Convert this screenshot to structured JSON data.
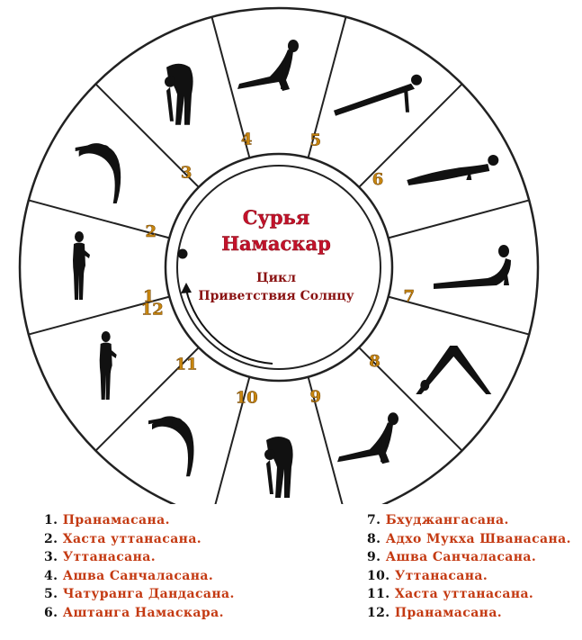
{
  "center": {
    "title_line1": "Сурья",
    "title_line2": "Намаскар",
    "subtitle_line1": "Цикл",
    "subtitle_line2": "Приветствия Солнцу"
  },
  "segments": [
    {
      "number": "1",
      "pose": "standing-prayer-figure"
    },
    {
      "number": "2",
      "pose": "backbend-arms-up-figure"
    },
    {
      "number": "3",
      "pose": "forward-fold-figure"
    },
    {
      "number": "4",
      "pose": "low-lunge-figure"
    },
    {
      "number": "5",
      "pose": "plank-figure"
    },
    {
      "number": "6",
      "pose": "eight-limb-figure"
    },
    {
      "number": "7",
      "pose": "cobra-figure"
    },
    {
      "number": "8",
      "pose": "downward-dog-figure"
    },
    {
      "number": "9",
      "pose": "low-lunge-figure"
    },
    {
      "number": "10",
      "pose": "forward-fold-figure"
    },
    {
      "number": "11",
      "pose": "backbend-arms-up-figure"
    },
    {
      "number": "12",
      "pose": "standing-prayer-figure"
    }
  ],
  "legend": [
    {
      "num": "1.",
      "name": "Пранамасана."
    },
    {
      "num": "2.",
      "name": "Хаста уттанасана."
    },
    {
      "num": "3.",
      "name": "Уттанасана."
    },
    {
      "num": "4.",
      "name": "Ашва Санчаласана."
    },
    {
      "num": "5.",
      "name": "Чатуранга Дандасана."
    },
    {
      "num": "6.",
      "name": "Аштанга Намаскара."
    },
    {
      "num": "7.",
      "name": "Бхуджангасана."
    },
    {
      "num": "8.",
      "name": "Адхо Мукха Шванасана."
    },
    {
      "num": "9.",
      "name": "Ашва Санчаласана."
    },
    {
      "num": "10.",
      "name": "Уттанасана."
    },
    {
      "num": "11.",
      "name": "Хаста уттанасана."
    },
    {
      "num": "12.",
      "name": "Пранамасана."
    }
  ],
  "colors": {
    "title": "#c4122b",
    "subtitle": "#8a1212",
    "numbers": "#c8860f",
    "legend_names": "#c43a12",
    "figures": "#111111",
    "lines": "#222222"
  }
}
